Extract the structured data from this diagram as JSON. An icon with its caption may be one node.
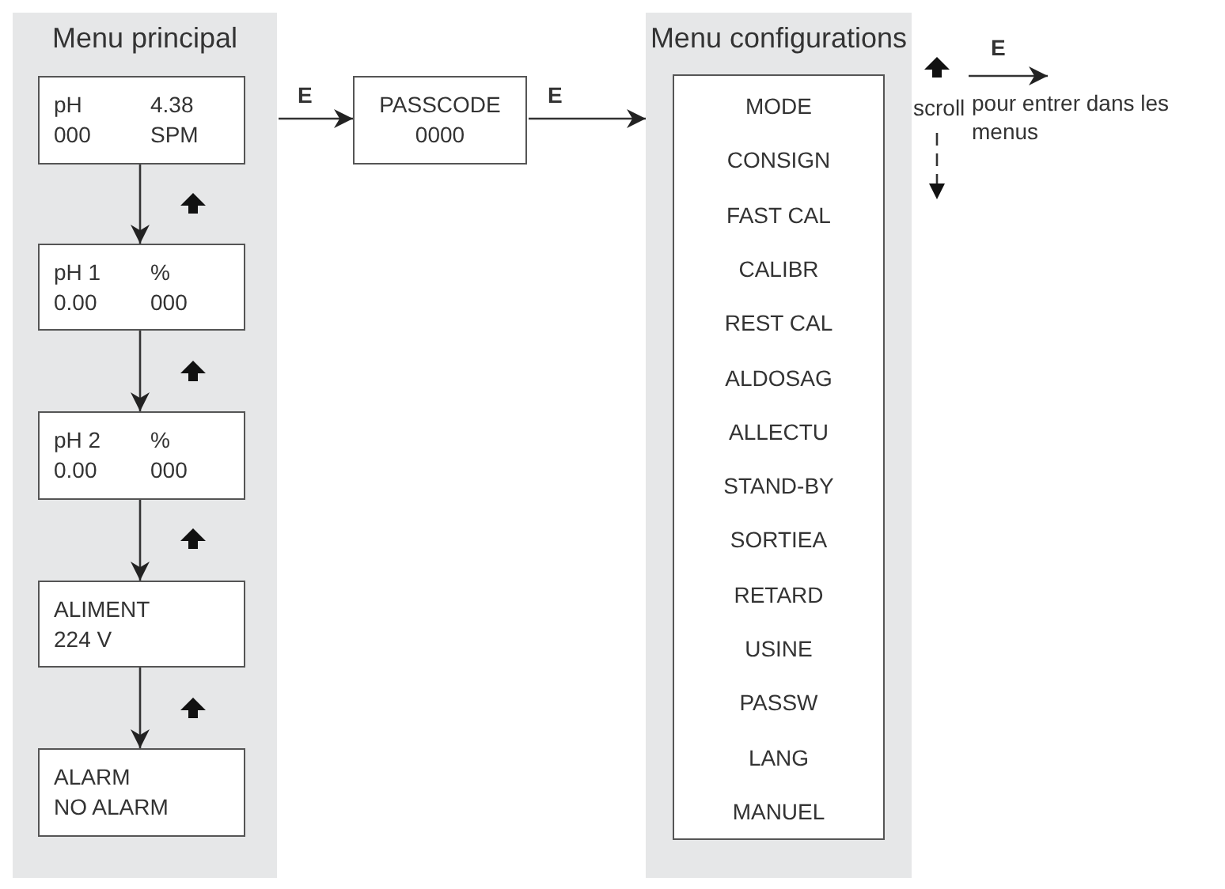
{
  "diagram": {
    "nodes": [
      {
        "text": [
          "Menu principal"
        ]
      },
      {
        "text": [
          "pH",
          "4.38",
          "000",
          "SPM"
        ],
        "in": 0
      },
      {
        "text": [
          "pH 1",
          "%",
          "0.00",
          "000"
        ],
        "in": 0
      },
      {
        "text": [
          "pH 2",
          "%",
          "0.00",
          "000"
        ],
        "in": 0
      },
      {
        "text": [
          "ALIMENT",
          "224 V"
        ],
        "in": 0
      },
      {
        "text": [
          "ALARM",
          "NO ALARM"
        ],
        "in": 0
      },
      {
        "text": [
          "PASSCODE",
          "0000"
        ]
      },
      {
        "text": [
          "Menu configurations"
        ]
      },
      {
        "text": [
          "MODE",
          "CONSIGN",
          "FAST CAL",
          "CALIBR",
          "REST CAL",
          "ALDOSAG",
          "ALLECTU",
          "STAND-BY",
          "SORTIEA",
          "RETARD",
          "USINE",
          "PASSW",
          "LANG",
          "MANUEL"
        ],
        "in": 7
      }
    ],
    "edges": [
      {
        "from": 0,
        "to": 6,
        "arrow": "to",
        "label": "E"
      },
      {
        "from": 6,
        "to": 7,
        "arrow": "to",
        "label": "E"
      },
      {
        "from": 1,
        "to": 2,
        "arrow": "to"
      },
      {
        "from": 2,
        "to": 3,
        "arrow": "to"
      },
      {
        "from": 3,
        "to": 4,
        "arrow": "to"
      },
      {
        "from": 4,
        "to": 5,
        "arrow": "to"
      }
    ],
    "labels": [
      "scroll",
      "E"
    ],
    "legend": [
      {
        "text": "pour entrer dans les menus"
      }
    ]
  }
}
